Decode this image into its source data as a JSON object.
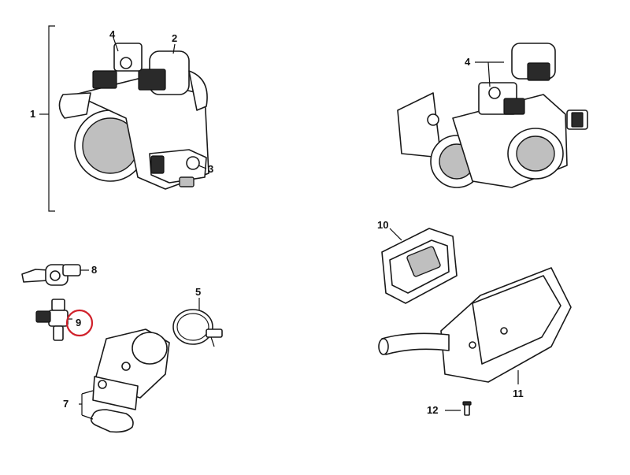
{
  "diagram": {
    "callouts": [
      {
        "id": "c1",
        "label": "1"
      },
      {
        "id": "c2",
        "label": "2"
      },
      {
        "id": "c3",
        "label": "3"
      },
      {
        "id": "c4a",
        "label": "4"
      },
      {
        "id": "c4b",
        "label": "4"
      },
      {
        "id": "c5",
        "label": "5"
      },
      {
        "id": "c7",
        "label": "7"
      },
      {
        "id": "c8",
        "label": "8"
      },
      {
        "id": "c9",
        "label": "9"
      },
      {
        "id": "c10",
        "label": "10"
      },
      {
        "id": "c11",
        "label": "11"
      },
      {
        "id": "c12",
        "label": "12"
      }
    ],
    "highlight": {
      "target_label": "9",
      "color": "#d0202a"
    }
  }
}
